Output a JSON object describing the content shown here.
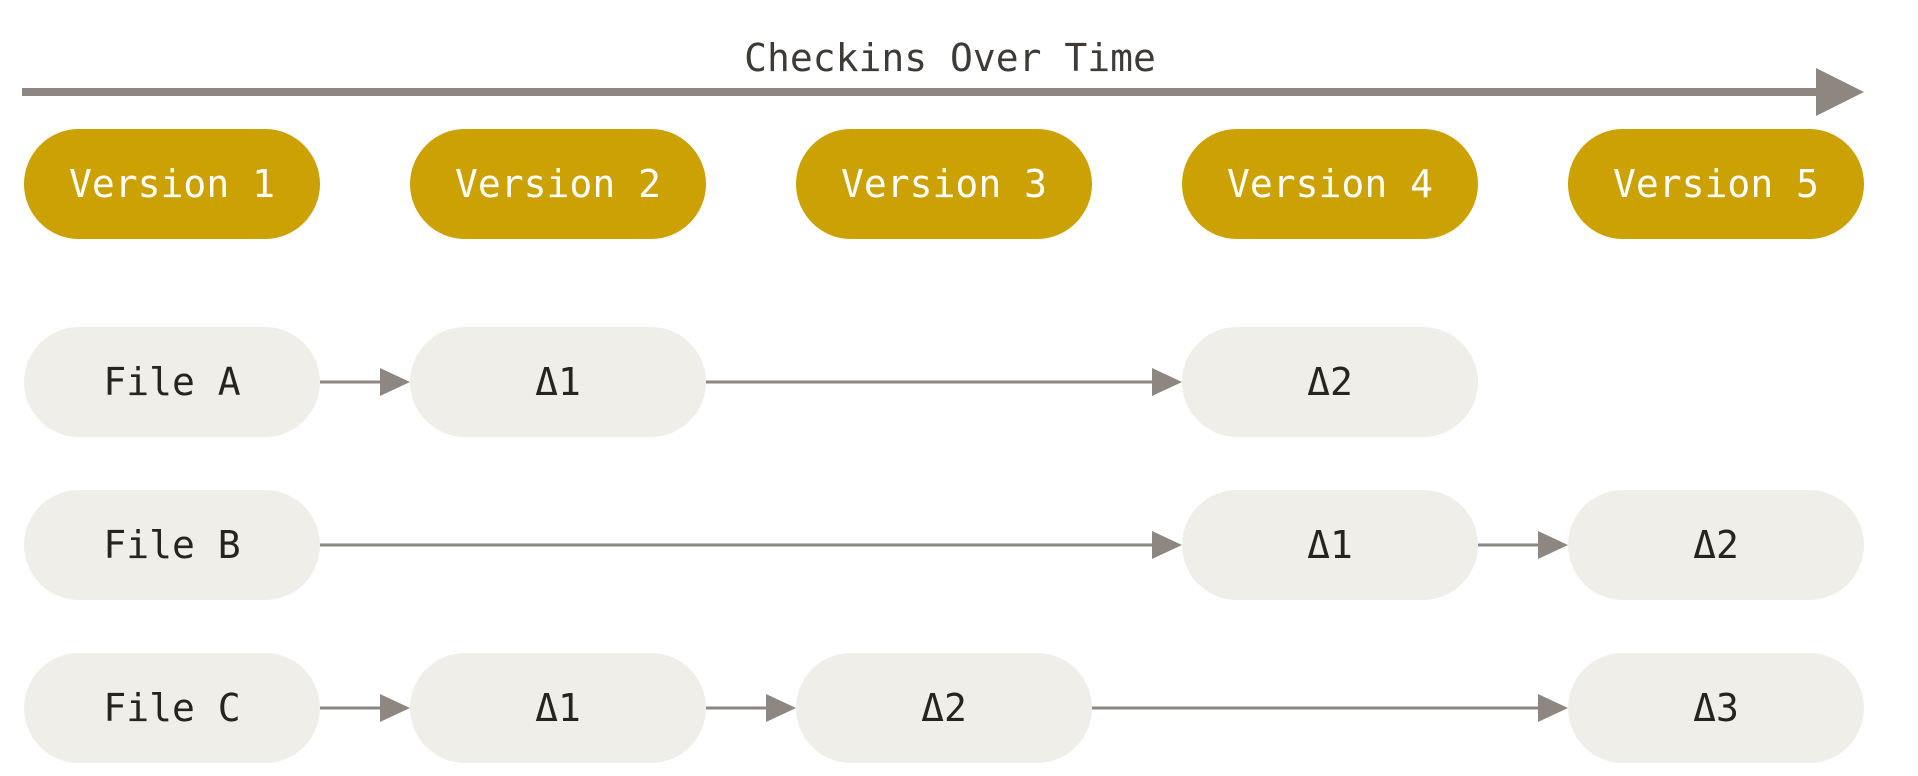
{
  "title": "Checkins Over Time",
  "colors": {
    "version_fill": "#cba103",
    "node_fill": "#efeee8",
    "arrow": "#8d8681"
  },
  "versions": [
    "Version 1",
    "Version 2",
    "Version 3",
    "Version 4",
    "Version 5"
  ],
  "files": [
    {
      "name": "File A",
      "deltas": [
        {
          "version": 2,
          "label": "Δ1"
        },
        {
          "version": 4,
          "label": "Δ2"
        }
      ]
    },
    {
      "name": "File B",
      "deltas": [
        {
          "version": 4,
          "label": "Δ1"
        },
        {
          "version": 5,
          "label": "Δ2"
        }
      ]
    },
    {
      "name": "File C",
      "deltas": [
        {
          "version": 2,
          "label": "Δ1"
        },
        {
          "version": 3,
          "label": "Δ2"
        },
        {
          "version": 5,
          "label": "Δ3"
        }
      ]
    }
  ]
}
